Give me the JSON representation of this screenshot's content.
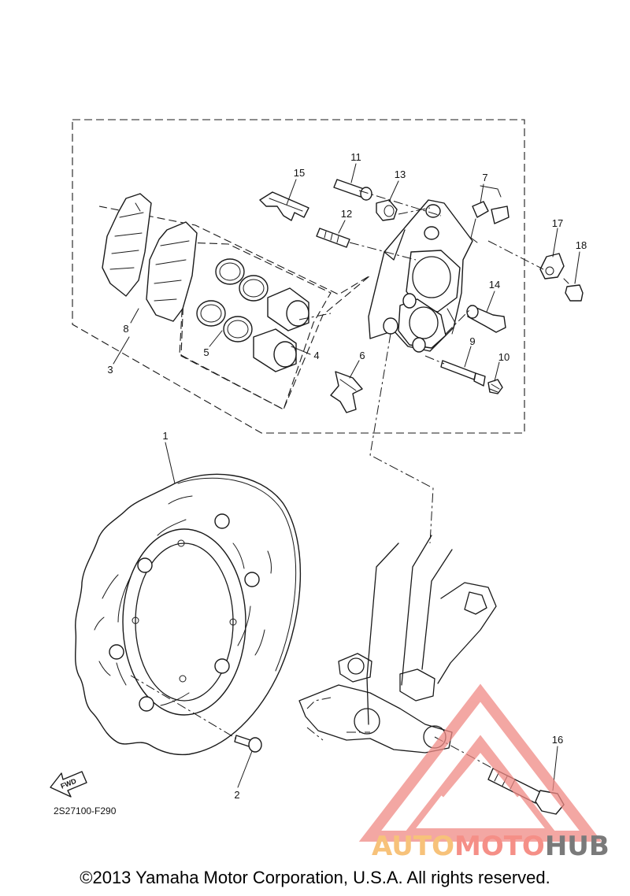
{
  "diagram": {
    "drawing_code": "2S27100-F290",
    "fwd_label": "FWD",
    "callouts": [
      "1",
      "2",
      "3",
      "4",
      "5",
      "6",
      "7",
      "8",
      "9",
      "10",
      "11",
      "12",
      "13",
      "14",
      "15",
      "16",
      "17",
      "18"
    ]
  },
  "watermark": {
    "part1": "AUTO",
    "part2": "MOTO",
    "part3": "HUB",
    "colors": {
      "auto": "#f7c27a",
      "moto": "#f58f87",
      "hub": "#7a7a7a",
      "triangle": "#f08a85"
    }
  },
  "footer": {
    "copyright": "©2013 Yamaha Motor Corporation, U.S.A. All rights reserved."
  }
}
